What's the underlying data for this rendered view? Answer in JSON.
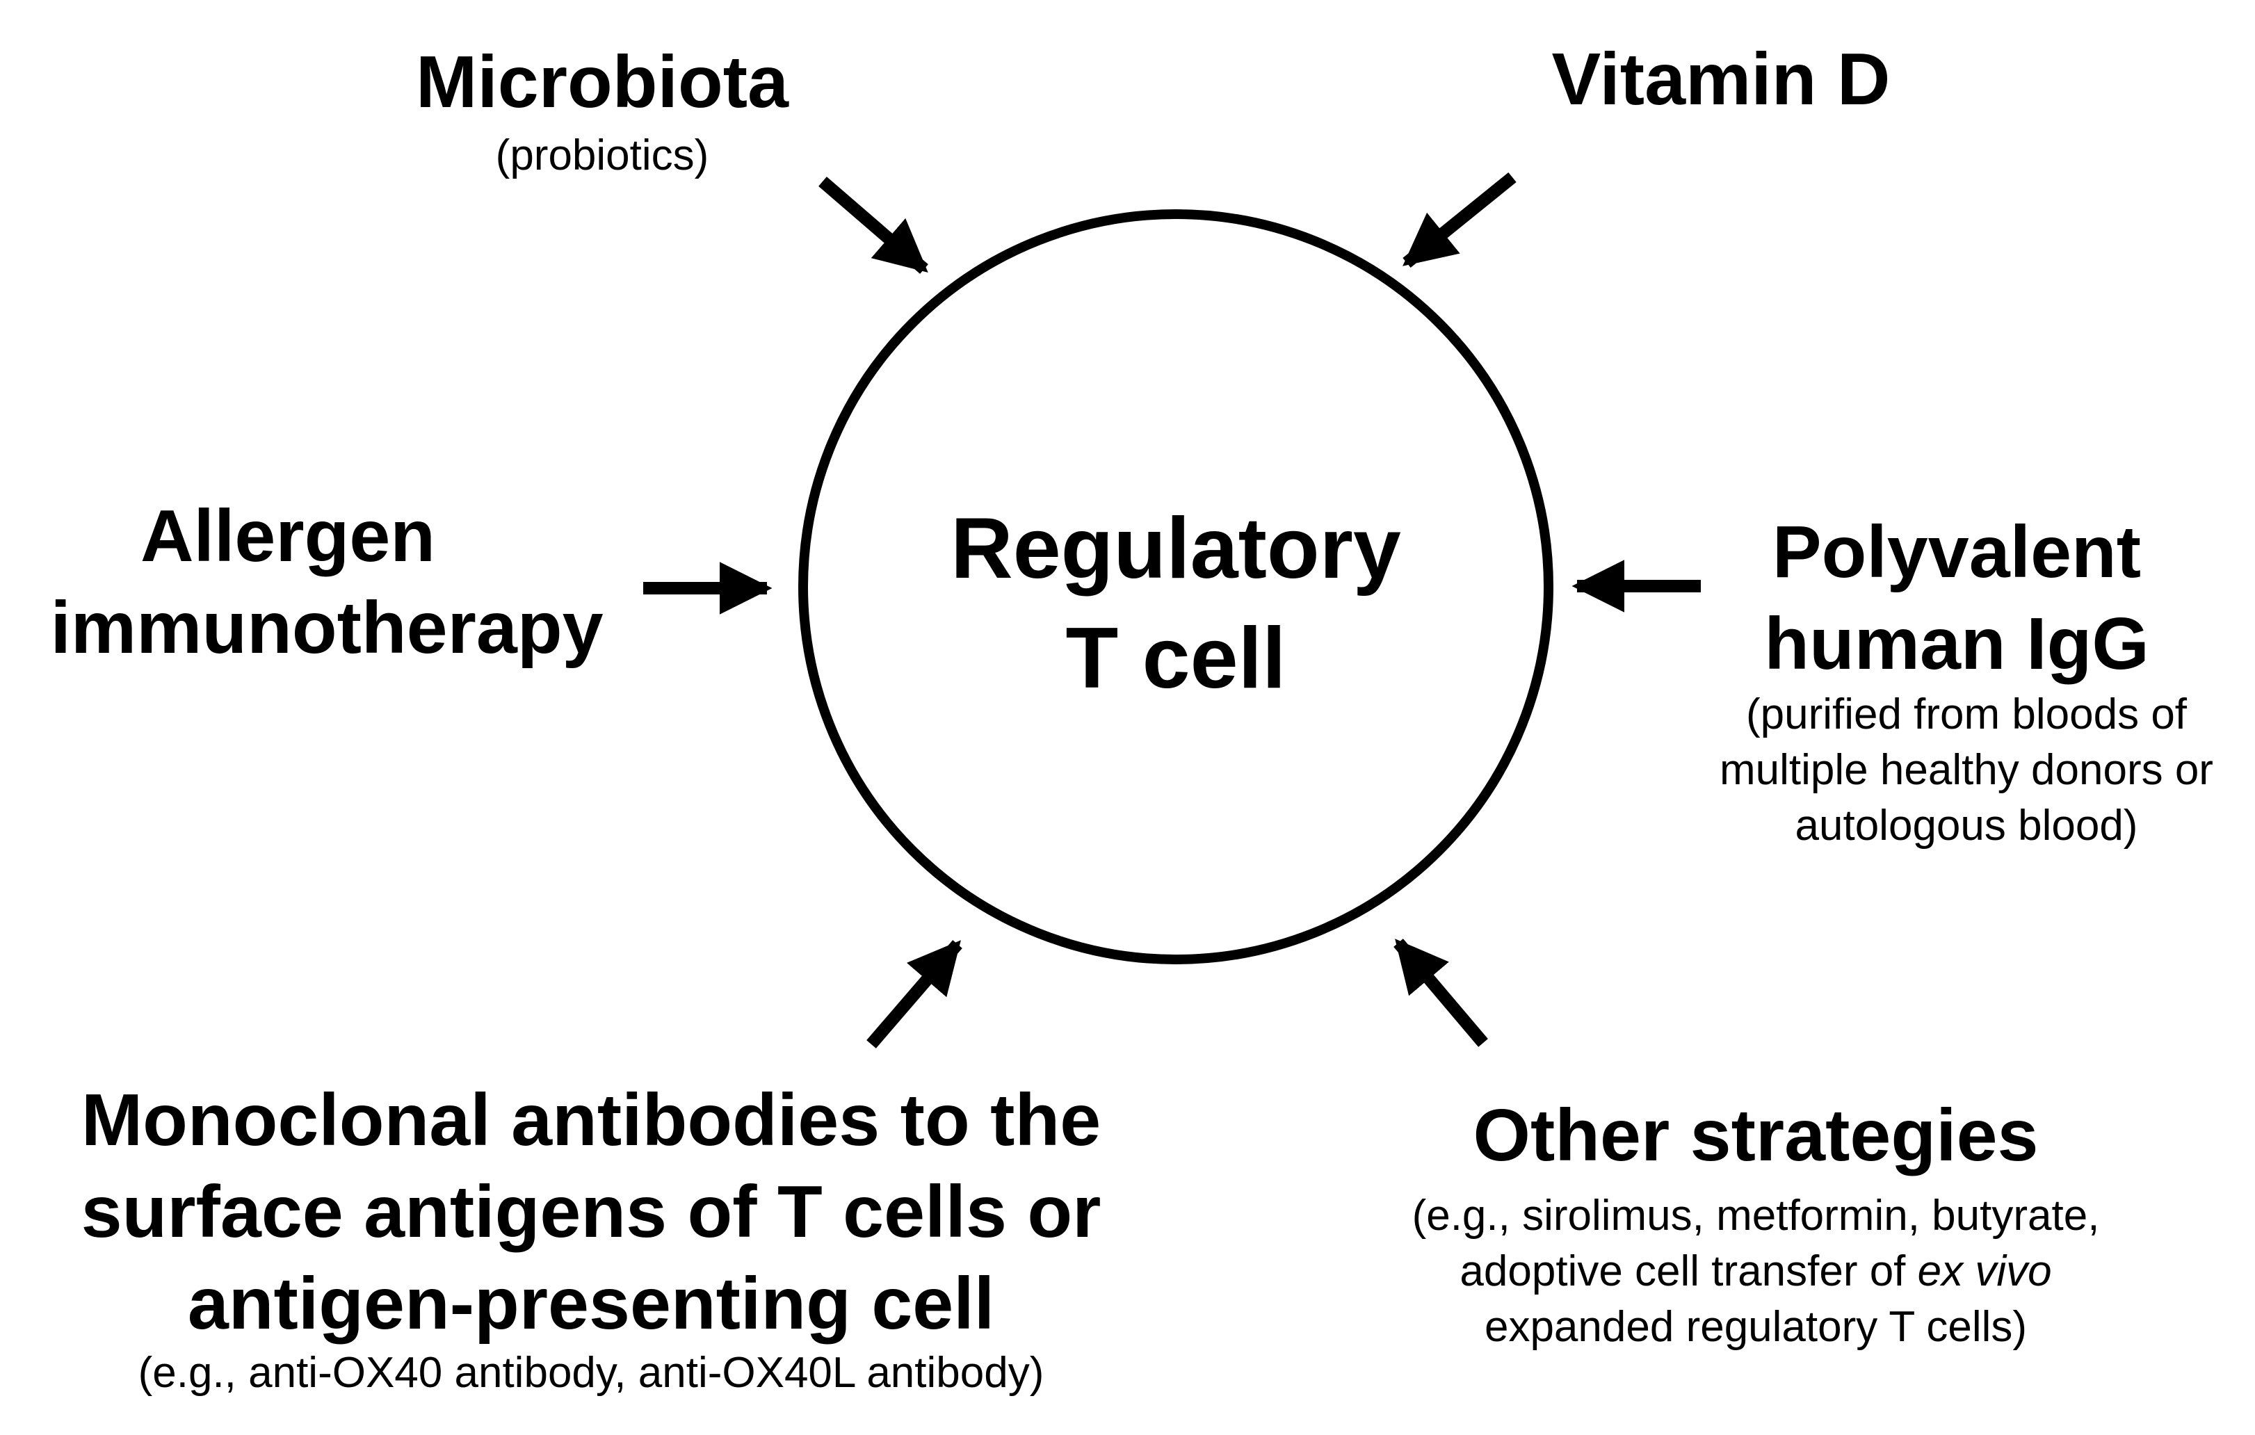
{
  "center": {
    "line1": "Regulatory",
    "line2": "T cell"
  },
  "microbiota": {
    "title": "Microbiota",
    "subtitle": "(probiotics)"
  },
  "vitamin_d": {
    "title": "Vitamin D"
  },
  "allergen": {
    "line1": "Allergen",
    "line2": "immunotherapy"
  },
  "ivig": {
    "line1": "Polyvalent",
    "line2": "human IgG",
    "sub1": "(purified from bloods of",
    "sub2": "multiple healthy donors or",
    "sub3": "autologous blood)"
  },
  "mab": {
    "line1": "Monoclonal antibodies to the",
    "line2": "surface antigens of T cells or",
    "line3": "antigen-presenting cell",
    "sub": "(e.g., anti-OX40 antibody, anti-OX40L antibody)"
  },
  "other": {
    "title": "Other strategies",
    "sub1": "(e.g., sirolimus, metformin, butyrate,",
    "sub2a": "adoptive cell transfer of ",
    "sub2b": "ex vivo",
    "sub3": "expanded regulatory T cells)"
  }
}
